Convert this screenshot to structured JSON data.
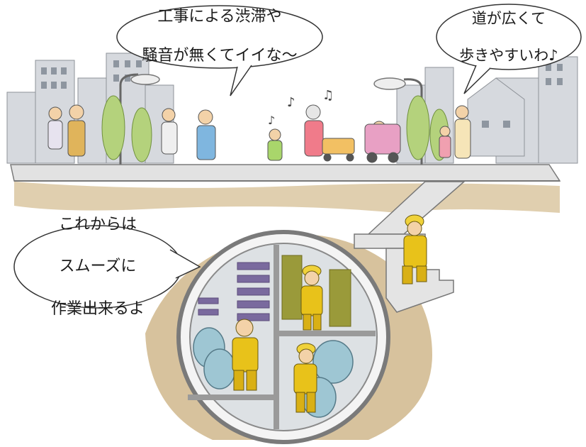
{
  "speech_bubbles": {
    "top_center": [
      "工事による渋滞や",
      "騒音が無くてイイな〜"
    ],
    "top_right": [
      "道が広くて",
      "歩きやすいわ♪"
    ],
    "left_underground": [
      "これからは",
      "スムーズに",
      "作業出来るよ"
    ]
  },
  "colors": {
    "ground": "#b89a63",
    "road": "#d9d9d9",
    "tunnel_wall": "#cfd3d6",
    "worker_suit": "#e8c21a",
    "tree": "#a8c96a",
    "building": "#c9ccd1"
  }
}
